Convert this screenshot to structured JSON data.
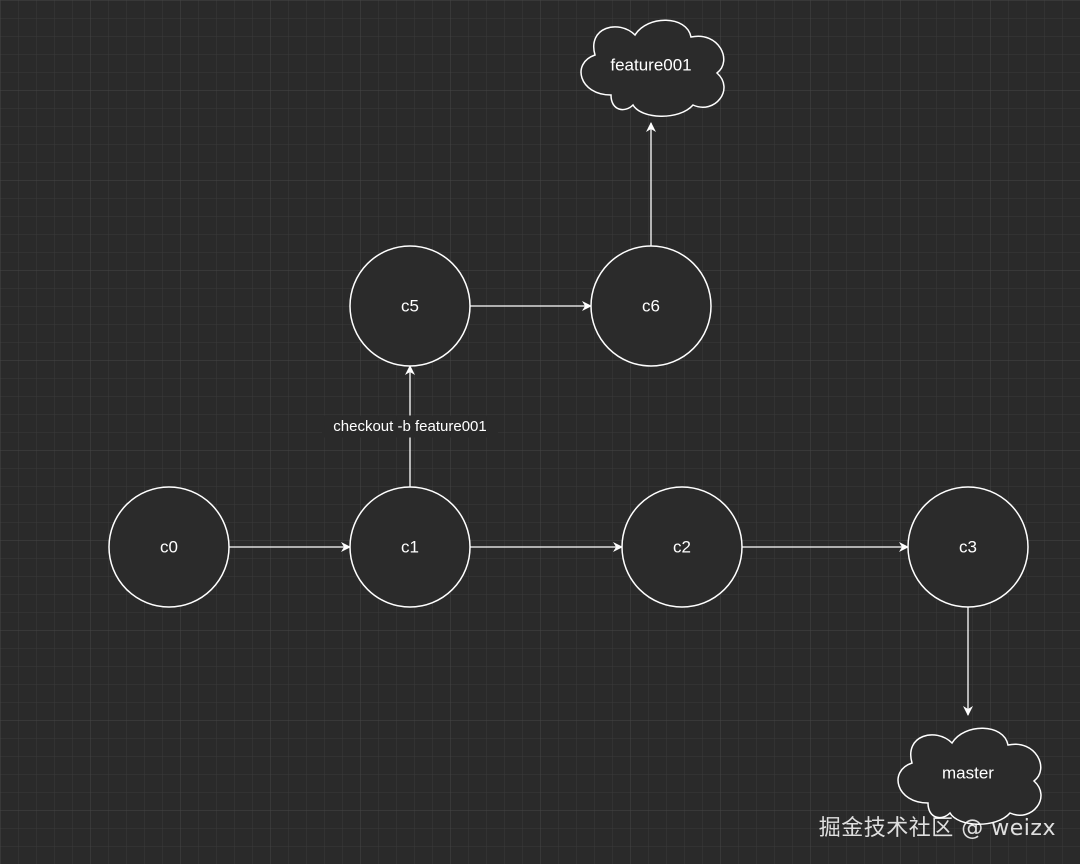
{
  "nodes": [
    {
      "id": "c0",
      "label": "c0"
    },
    {
      "id": "c1",
      "label": "c1"
    },
    {
      "id": "c2",
      "label": "c2"
    },
    {
      "id": "c3",
      "label": "c3"
    },
    {
      "id": "c5",
      "label": "c5"
    },
    {
      "id": "c6",
      "label": "c6"
    }
  ],
  "branches": [
    {
      "id": "feature001",
      "label": "feature001",
      "points_to": "c6"
    },
    {
      "id": "master",
      "label": "master",
      "points_to": "c3"
    }
  ],
  "edges": [
    {
      "from": "c0",
      "to": "c1",
      "label": ""
    },
    {
      "from": "c1",
      "to": "c2",
      "label": ""
    },
    {
      "from": "c2",
      "to": "c3",
      "label": ""
    },
    {
      "from": "c1",
      "to": "c5",
      "label": "checkout -b feature001"
    },
    {
      "from": "c5",
      "to": "c6",
      "label": ""
    },
    {
      "from": "c6",
      "to": "feature001",
      "label": ""
    },
    {
      "from": "c3",
      "to": "master",
      "label": ""
    }
  ],
  "watermark": "掘金技术社区 @ weizx",
  "colors": {
    "background": "#2a2a2a",
    "grid": "#3a3a3a",
    "grid_major": "#444444",
    "stroke": "#ffffff",
    "text": "#ffffff"
  }
}
